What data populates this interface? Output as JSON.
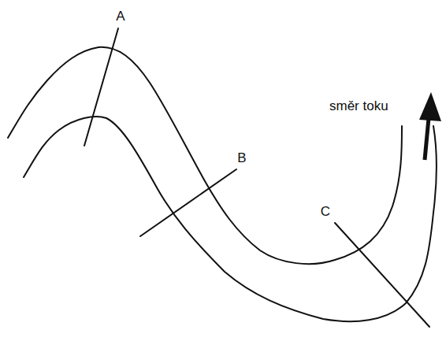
{
  "diagram": {
    "labels": [
      "A",
      "B",
      "C",
      "směr toku"
    ]
  }
}
